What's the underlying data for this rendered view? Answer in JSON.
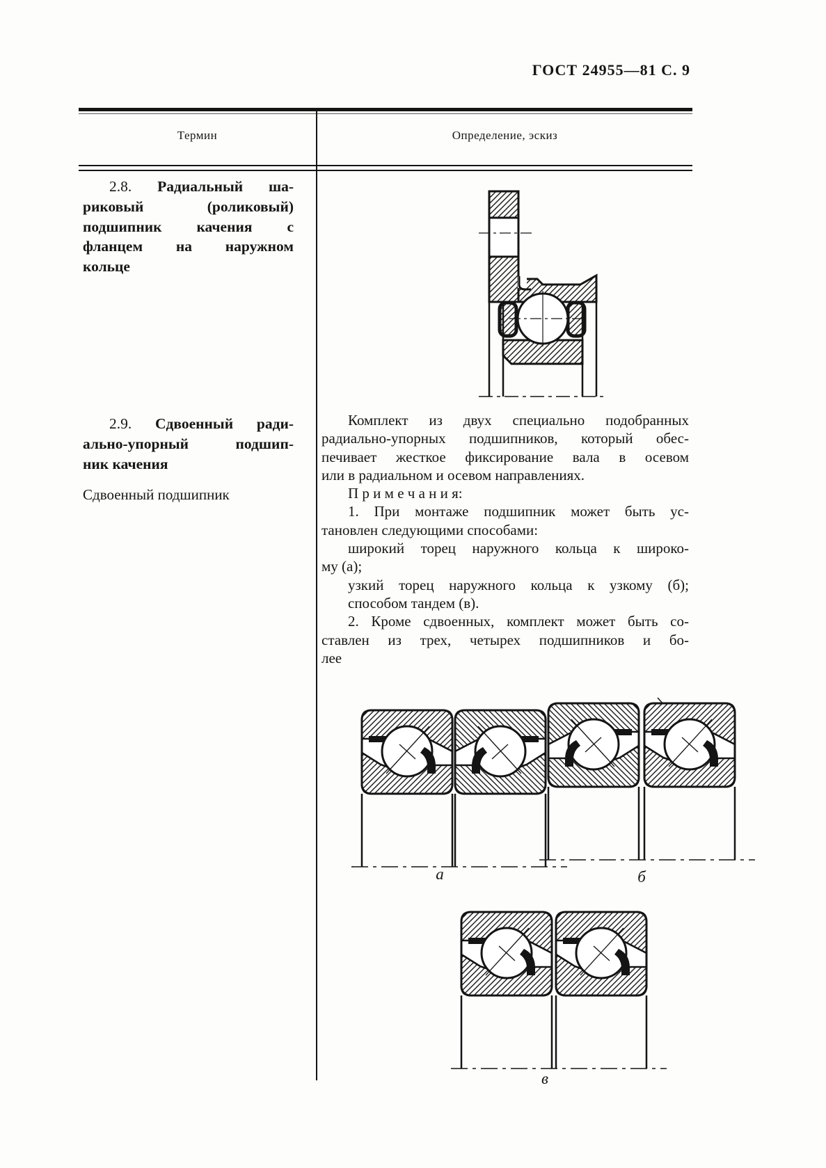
{
  "page": {
    "header": "ГОСТ 24955—81 С. 9"
  },
  "table": {
    "col_term": "Термин",
    "col_definition": "Определение, эскиз"
  },
  "term_2_8": {
    "num": "2.8.",
    "lines": [
      "Радиальный ша-",
      "риковый (роликовый)",
      "подшипник качения с",
      "фланцем на наружном",
      "кольце"
    ]
  },
  "term_2_9": {
    "num": "2.9.",
    "lines": [
      "Сдвоенный ради-",
      "ально-упорный подшип-",
      "ник качения"
    ],
    "synonym": "Сдвоенный подшипник"
  },
  "definition_2_9": {
    "lines": [
      "Комплект из двух специально подобранных",
      "радиально-упорных подшипников, который обес-",
      "печивает жесткое фиксирование вала в осевом",
      "или в радиальном и осевом направлениях.",
      "П р и м е ч а н и я:",
      "1. При монтаже подшипник может быть ус-",
      "тановлен следующими способами:",
      "широкий торец наружного кольца к широко-",
      "му (а);",
      "узкий торец наружного кольца к узкому (б);",
      "способом тандем (в).",
      "2. Кроме сдвоенных, комплект может быть со-",
      "ставлен из трех, четырех подшипников и бо-",
      "лее"
    ]
  },
  "figures": {
    "label_a": "а",
    "label_b": "б",
    "label_v": "в"
  }
}
